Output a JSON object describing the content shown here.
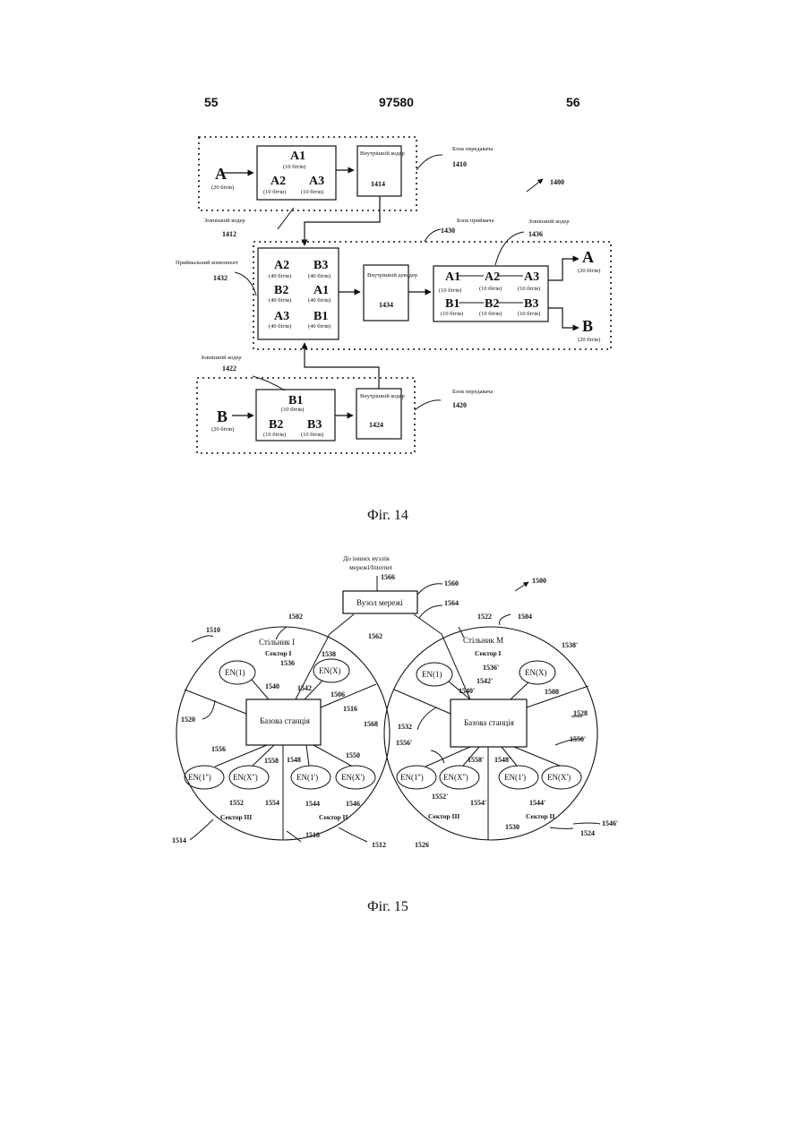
{
  "header": {
    "left_page": "55",
    "doc_number": "97580",
    "right_page": "56"
  },
  "fig14": {
    "caption": "Фіг. 14",
    "ref_system": "1400",
    "tx_a": {
      "input": "A",
      "input_size": "(20 бітів)",
      "outer": {
        "a1": "A1",
        "a2": "A2",
        "a3": "A3",
        "size": "(10 бітів)"
      },
      "inner_label": "Внутрішній кодер",
      "inner_num": "1414",
      "block_label": "Блок передавача",
      "block_num": "1410",
      "outer_label": "Зовнішній кодер",
      "outer_num": "1412"
    },
    "rx": {
      "block_label": "Блок приймача",
      "block_num": "1430",
      "outer_label": "Зовнішній кодер",
      "outer_num": "1436",
      "recv_label": "Приймальний компонент",
      "recv_num": "1432",
      "recv_items": [
        "A2",
        "B3",
        "B2",
        "A1",
        "A3",
        "B1"
      ],
      "recv_size": "(40 бітів)",
      "decoder_label": "Внутрішній декодер",
      "decoder_num": "1434",
      "out_row_a": [
        "A1",
        "A2",
        "A3"
      ],
      "out_row_b": [
        "B1",
        "B2",
        "B3"
      ],
      "out_size": "(10 бітів)",
      "out_a": "A",
      "out_b": "B",
      "out_size_20": "(20 бітів)"
    },
    "tx_b": {
      "input": "B",
      "input_size": "(20 бітів)",
      "outer": {
        "b1": "B1",
        "b2": "B2",
        "b3": "B3",
        "size": "(10 бітів)"
      },
      "inner_label": "Внутрішній кодер",
      "inner_num": "1424",
      "block_label": "Блок передавача",
      "block_num": "1420",
      "outer_label": "Зовнішній кодер",
      "outer_num": "1422"
    }
  },
  "fig15": {
    "caption": "Фіг. 15",
    "ref_system": "1500",
    "top_note": "До інших вузлів мережі/Internet",
    "node_label": "Вузол мережі",
    "num_1566": "1566",
    "num_1560": "1560",
    "num_1564": "1564",
    "cell_left": {
      "title": "Стільник I",
      "sector_1": "Сектор I",
      "sector_2": "Сектор II",
      "sector_3": "Сектор III",
      "base_station": "Базова станція",
      "en_1": "EN(1)",
      "en_x": "EN(X)",
      "en_1pp": "EN(1'')",
      "en_xpp": "EN(X'')",
      "en_1p": "EN(1')",
      "en_xp": "EN(X')",
      "nums": {
        "n1510": "1510",
        "n1502": "1502",
        "n1562": "1562",
        "n1538": "1538",
        "n1536": "1536",
        "n1540": "1540",
        "n1542": "1542",
        "n1506": "1506",
        "n1516": "1516",
        "n1520": "1520",
        "n1556": "1556",
        "n1558": "1558",
        "n1548": "1548",
        "n1550": "1550",
        "n1552": "1552",
        "n1554": "1554",
        "n1544": "1544",
        "n1546": "1546",
        "n1514": "1514",
        "n1518": "1518",
        "n1512": "1512"
      }
    },
    "cell_right": {
      "title": "Стільник M",
      "sector_1": "Сектор I",
      "sector_2": "Сектор II",
      "sector_3": "Сектор III",
      "base_station": "Базова станція",
      "en_1": "EN(1)",
      "en_x": "EN(X)",
      "en_1pp": "EN(1'')",
      "en_xpp": "EN(X'')",
      "en_1p": "EN(1')",
      "en_xp": "EN(X')",
      "nums": {
        "n1522": "1522",
        "n1504": "1504",
        "n1538p": "1538'",
        "n1536p": "1536'",
        "n1540p": "1540'",
        "n1542p": "1542'",
        "n1508": "1508",
        "n1528": "1528",
        "n1532": "1532",
        "n1568": "1568",
        "n1556p": "1556'",
        "n1558p": "1558'",
        "n1548p": "1548'",
        "n1550p": "1550'",
        "n1552p": "1552'",
        "n1554p": "1554'",
        "n1544p": "1544'",
        "n1546p": "1546'",
        "n1526": "1526",
        "n1530": "1530",
        "n1524": "1524"
      }
    }
  }
}
